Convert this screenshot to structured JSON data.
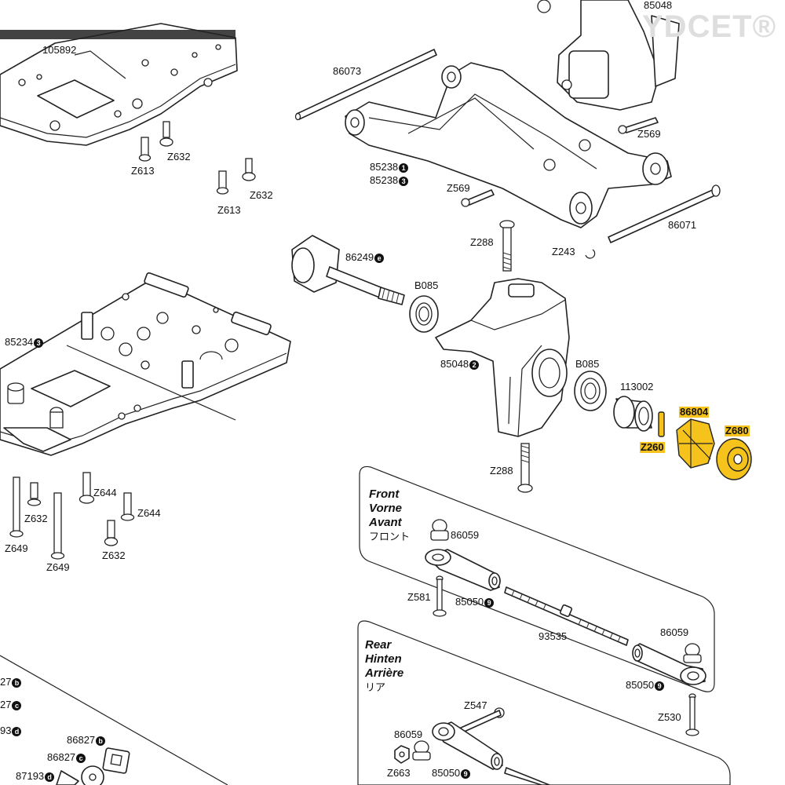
{
  "watermark": "YDCET®",
  "labels": {
    "p105892": "105892",
    "p86073": "86073",
    "p85048_top": "85048",
    "z569_top": "Z569",
    "z613_a": "Z613",
    "z632_a": "Z632",
    "z613_b": "Z613",
    "z632_b": "Z632",
    "p85238_1": "85238",
    "p85238_3": "85238",
    "z569_mid": "Z569",
    "p86071": "86071",
    "z288_top": "Z288",
    "z243": "Z243",
    "p86249": "86249",
    "b085_a": "B085",
    "p85234": "85234",
    "p85048": "85048",
    "b085_b": "B085",
    "p113002": "113002",
    "p86804": "86804",
    "z260": "Z260",
    "z680": "Z680",
    "z288_bottom": "Z288",
    "z644_a": "Z644",
    "z632_c": "Z632",
    "z644_b": "Z644",
    "z649_a": "Z649",
    "z632_d": "Z632",
    "z649_b": "Z649",
    "p86059_front": "86059",
    "z581": "Z581",
    "p85050_front": "85050",
    "p93535": "93535",
    "p86059_rear_r": "86059",
    "p85050_right": "85050",
    "z530": "Z530",
    "z547": "Z547",
    "p86059_rear": "86059",
    "z663": "Z663",
    "p85050_rear": "85050",
    "left_27b": "27",
    "left_27c": "27",
    "left_93": "93",
    "p86827_b": "86827",
    "p86827_c": "86827",
    "p87193": "87193"
  },
  "badges": {
    "b1": "1",
    "b3": "3",
    "b3b": "3",
    "b2": "2",
    "b9a": "9",
    "b9b": "9",
    "b9c": "9",
    "b_e": "e",
    "b_b1": "b",
    "b_c1": "c",
    "b_d1": "d",
    "b_b2": "b",
    "b_c2": "c",
    "b_d2": "d"
  },
  "sections": {
    "front": [
      "Front",
      "Vorne",
      "Avant"
    ],
    "front_jp": "フロント",
    "rear": [
      "Rear",
      "Hinten",
      "Arrière"
    ],
    "rear_jp": "リア"
  },
  "colors": {
    "highlight": "#f5c31c",
    "ink": "#222222"
  }
}
